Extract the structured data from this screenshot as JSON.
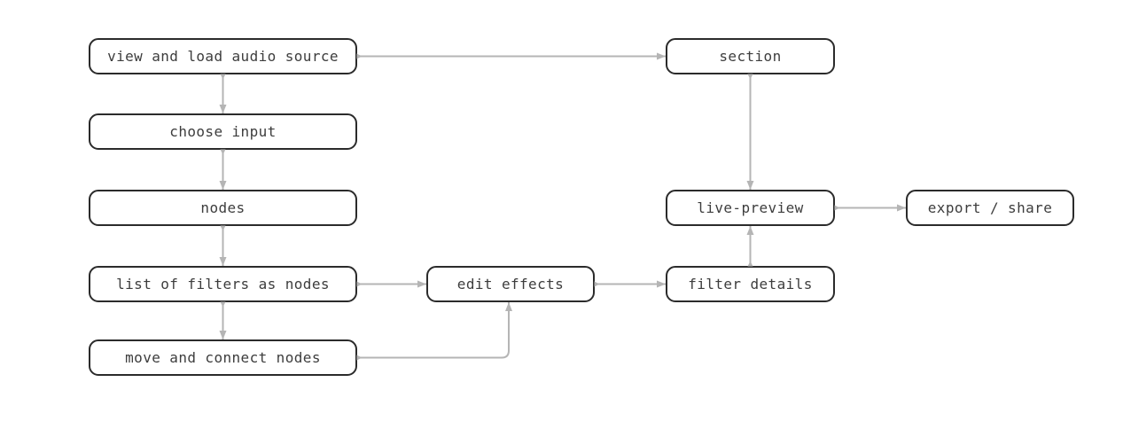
{
  "diagram": {
    "colors": {
      "background": "#ffffff",
      "node_fill": "#ffffff",
      "node_border": "#2b2b2b",
      "text": "#3d3d3d",
      "edge": "#b5b5b5"
    },
    "nodes": [
      {
        "id": "view-and-load-audio-source",
        "label": "view and load audio source"
      },
      {
        "id": "choose-input",
        "label": "choose input"
      },
      {
        "id": "nodes",
        "label": "nodes"
      },
      {
        "id": "list-of-filters-as-nodes",
        "label": "list of filters as nodes"
      },
      {
        "id": "move-and-connect-nodes",
        "label": "move and connect nodes"
      },
      {
        "id": "edit-effects",
        "label": "edit effects"
      },
      {
        "id": "section",
        "label": "section"
      },
      {
        "id": "live-preview",
        "label": "live-preview"
      },
      {
        "id": "filter-details",
        "label": "filter details"
      },
      {
        "id": "export-share",
        "label": "export / share"
      }
    ],
    "edges": [
      {
        "from": "view and load audio source",
        "to": "choose input"
      },
      {
        "from": "view and load audio source",
        "to": "section"
      },
      {
        "from": "choose input",
        "to": "nodes"
      },
      {
        "from": "nodes",
        "to": "list of filters as nodes"
      },
      {
        "from": "list of filters as nodes",
        "to": "move and connect nodes"
      },
      {
        "from": "list of filters as nodes",
        "to": "edit effects"
      },
      {
        "from": "move and connect nodes",
        "to": "edit effects"
      },
      {
        "from": "edit effects",
        "to": "filter details"
      },
      {
        "from": "filter details",
        "to": "live-preview"
      },
      {
        "from": "section",
        "to": "live-preview"
      },
      {
        "from": "live-preview",
        "to": "export / share"
      }
    ]
  }
}
